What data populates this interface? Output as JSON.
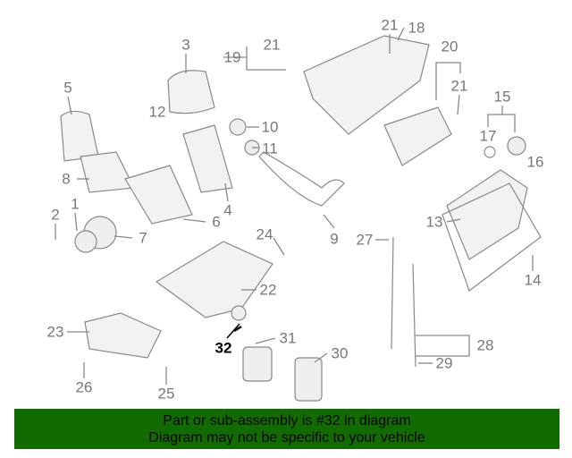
{
  "diagram": {
    "callouts": [
      {
        "id": "c3",
        "text": "3"
      },
      {
        "id": "c5",
        "text": "5"
      },
      {
        "id": "c12",
        "text": "12"
      },
      {
        "id": "c10",
        "text": "10"
      },
      {
        "id": "c11",
        "text": "11"
      },
      {
        "id": "c8",
        "text": "8"
      },
      {
        "id": "c1",
        "text": "1"
      },
      {
        "id": "c2",
        "text": "2"
      },
      {
        "id": "c7",
        "text": "7"
      },
      {
        "id": "c6",
        "text": "6"
      },
      {
        "id": "c4",
        "text": "4"
      },
      {
        "id": "c9",
        "text": "9"
      },
      {
        "id": "c19",
        "text": "19"
      },
      {
        "id": "c21a",
        "text": "21"
      },
      {
        "id": "c21b",
        "text": "21"
      },
      {
        "id": "c18",
        "text": "18"
      },
      {
        "id": "c20",
        "text": "20"
      },
      {
        "id": "c21c",
        "text": "21"
      },
      {
        "id": "c15",
        "text": "15"
      },
      {
        "id": "c17",
        "text": "17"
      },
      {
        "id": "c16",
        "text": "16"
      },
      {
        "id": "c13",
        "text": "13"
      },
      {
        "id": "c27",
        "text": "27"
      },
      {
        "id": "c14",
        "text": "14"
      },
      {
        "id": "c24",
        "text": "24"
      },
      {
        "id": "c22",
        "text": "22"
      },
      {
        "id": "c23",
        "text": "23"
      },
      {
        "id": "c32",
        "text": "32"
      },
      {
        "id": "c31",
        "text": "31"
      },
      {
        "id": "c30",
        "text": "30"
      },
      {
        "id": "c28",
        "text": "28"
      },
      {
        "id": "c29",
        "text": "29"
      },
      {
        "id": "c26",
        "text": "26"
      },
      {
        "id": "c25",
        "text": "25"
      }
    ],
    "highlighted_part": "32"
  },
  "banner": {
    "line1": "Part or sub-assembly is #32 in diagram",
    "line2": "Diagram may not be specific to your vehicle",
    "color": "#116b00"
  }
}
